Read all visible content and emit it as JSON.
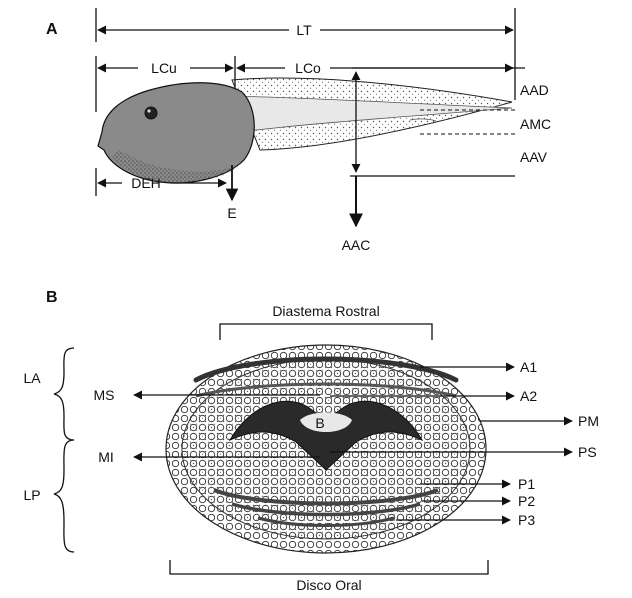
{
  "panel_a": {
    "letter": "A",
    "labels": {
      "lt": "LT",
      "lcu": "LCu",
      "lco": "LCo",
      "aad": "AAD",
      "amc": "AMC",
      "aav": "AAV",
      "deh": "DEH",
      "e": "E",
      "aac": "AAC"
    }
  },
  "panel_b": {
    "letter": "B",
    "labels": {
      "diastema": "Diastema Rostral",
      "la": "LA",
      "lp": "LP",
      "ms": "MS",
      "mi": "MI",
      "b": "B",
      "a1": "A1",
      "a2": "A2",
      "pm": "PM",
      "ps": "PS",
      "p1": "P1",
      "p2": "P2",
      "p3": "P3",
      "disco": "Disco Oral"
    }
  },
  "colors": {
    "ink": "#111111",
    "shade": "#6b6b6b",
    "dark": "#2a2a2a"
  }
}
